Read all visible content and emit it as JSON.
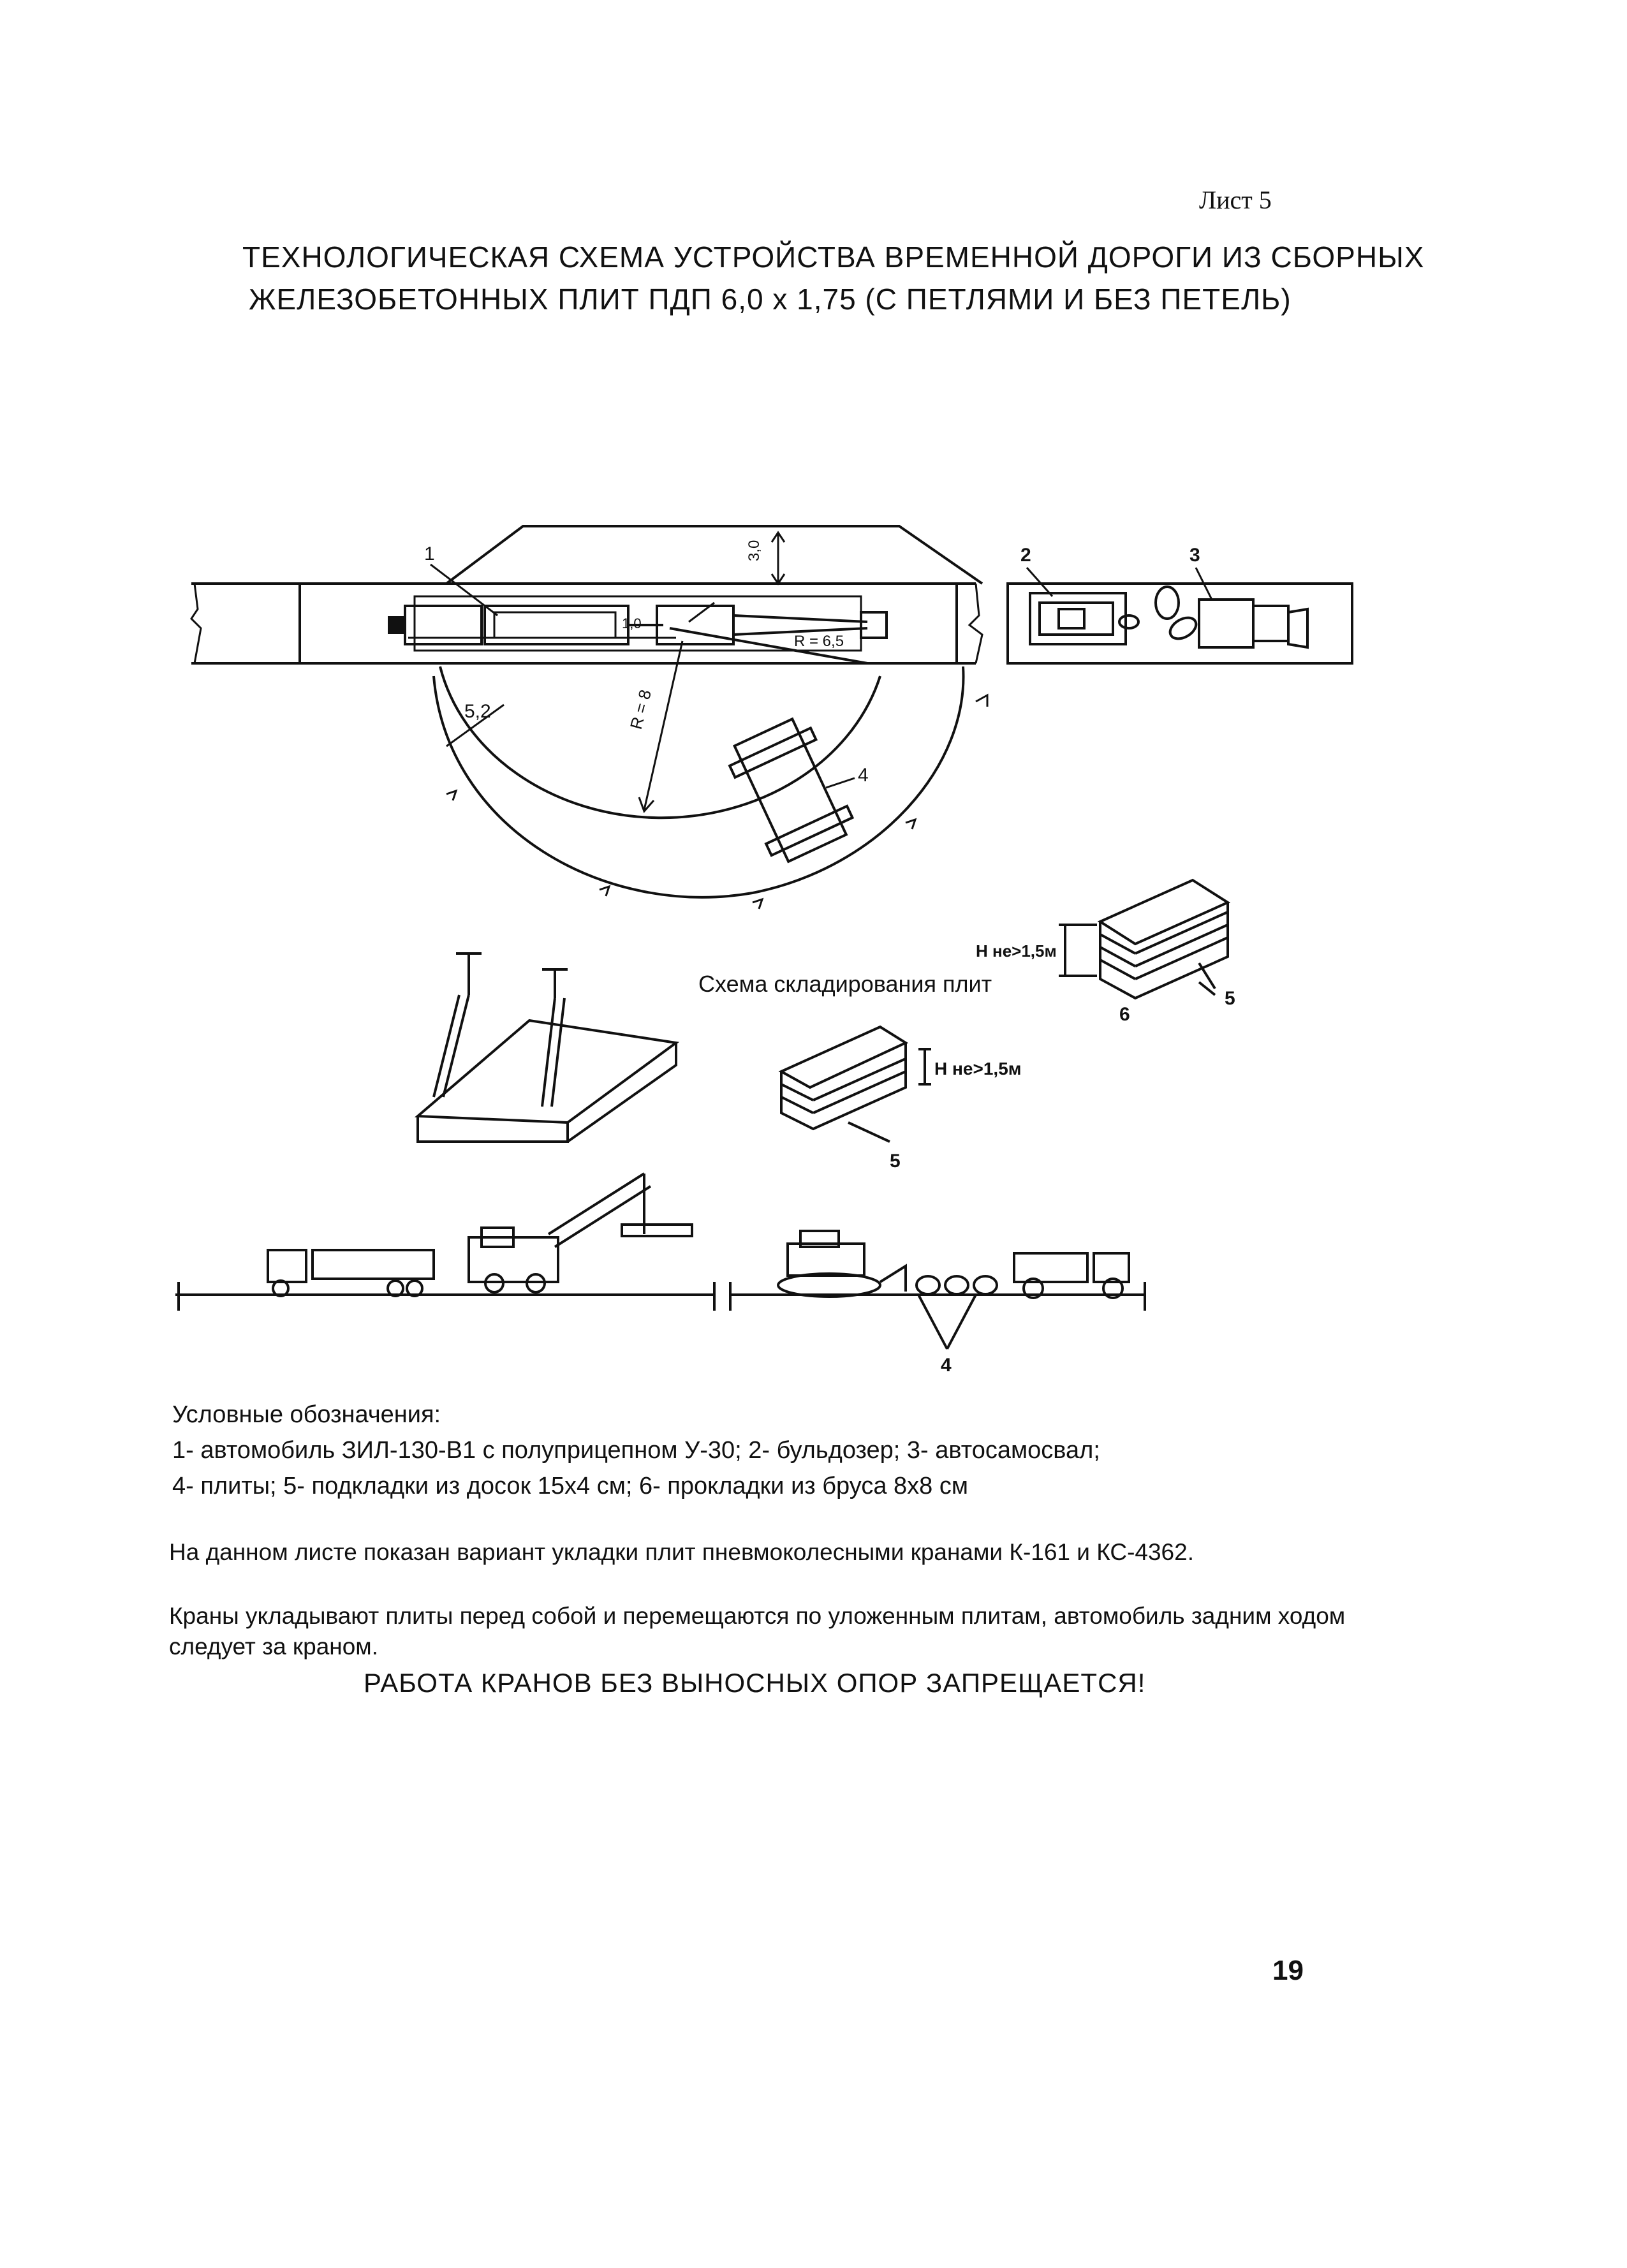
{
  "header": {
    "sheet": "Лист 5"
  },
  "title": {
    "line1": "ТЕХНОЛОГИЧЕСКАЯ СХЕМА УСТРОЙСТВА ВРЕМЕННОЙ ДОРОГИ ИЗ СБОРНЫХ",
    "line2": "ЖЕЛЕЗОБЕТОННЫХ ПЛИТ ПДП 6,0 х 1,75 (С ПЕТЛЯМИ И БЕЗ ПЕТЕЛЬ)"
  },
  "plan": {
    "dim_30": "3,0",
    "dim_10": "1,0",
    "dim_52": "5,2",
    "r65": "R = 6,5",
    "r8": "R = 8",
    "n1": "1",
    "n2": "2",
    "n3": "3",
    "n4": "4"
  },
  "storage": {
    "title": "Схема складирования плит",
    "h_top": "Н не>1,5м",
    "h_mid": "Н не>1,5м",
    "n5a": "5",
    "n5b": "5",
    "n6": "6"
  },
  "section": {
    "n4": "4"
  },
  "legend": {
    "title": "Условные обозначения:",
    "line1": "1- автомобиль ЗИЛ-130-В1 с полуприцепном У-30; 2- бульдозер; 3- автосамосвал;",
    "line2": "4- плиты; 5- подкладки из досок 15х4 см; 6- прокладки из бруса 8х8 см"
  },
  "notes": {
    "p1": "На данном листе показан вариант укладки плит пневмоколесными кранами К-161 и КС-4362.",
    "p2": "Краны укладывают плиты перед собой и перемещаются по уложенным плитам, автомобиль задним ходом следует за краном."
  },
  "warning": "РАБОТА КРАНОВ БЕЗ ВЫНОСНЫХ ОПОР ЗАПРЕЩАЕТСЯ!",
  "page_number": "19"
}
